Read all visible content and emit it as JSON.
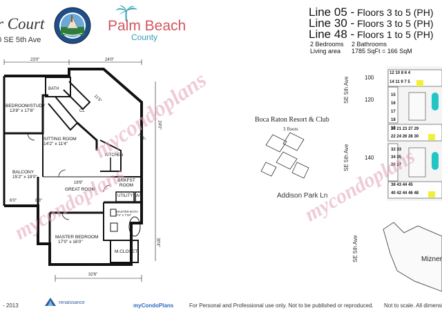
{
  "header": {
    "building_title": "r Court",
    "address": "0   SE 5th Ave",
    "county_name": "Palm Beach",
    "county_sub": "County"
  },
  "lines": [
    {
      "line": "Line 05 -",
      "floors": "Floors 3 to 5 (PH)"
    },
    {
      "line": "Line 30 -",
      "floors": "Floors 3 to 5 (PH)"
    },
    {
      "line": "Line 48 -",
      "floors": "Floors 1 to 5 (PH)"
    }
  ],
  "unit_info": {
    "bedrooms": "2 Bedrooms",
    "bathrooms": "2 Bathrooms",
    "living_label": "Living area",
    "living_value": "1785 SqFt =  166 SqM"
  },
  "floorplan": {
    "rooms": [
      {
        "name": "BEDROOM/STUDY",
        "size": "13'8\" x 17'8\""
      },
      {
        "name": "SITTING ROOM",
        "size": "14'2\" x 11'4\""
      },
      {
        "name": "BALCONY",
        "size": "15'2\" x 19'0\""
      },
      {
        "name": "GREAT ROOM",
        "size": ""
      },
      {
        "name": "BRKFST ROOM",
        "size": ""
      },
      {
        "name": "MASTER BEDROOM",
        "size": "17'0\" x 16'0\""
      },
      {
        "name": "M.CLOSET",
        "size": ""
      }
    ],
    "small_labels": {
      "bath": "BATH",
      "cl": "CL",
      "kitchen": "KITCHEN",
      "utility": "UTILITY",
      "ac": "A/C",
      "master_bath": "MASTER BATH",
      "master_bath_size": "7'4\" x 7'10\""
    },
    "dims": {
      "top_left": "23'0\"",
      "top_right": "24'0\"",
      "diag": "11'5\"",
      "right_upper": "24'0\"",
      "right_mid": "17'5\"",
      "great_room": "18'6\"",
      "left_small": "6'0\"",
      "left_small2": "8'8\"",
      "right_lower": "30'4\"",
      "bottom": "32'6\""
    }
  },
  "sitemap": {
    "resort_name": "Boca Raton Resort & Club",
    "resort_floors": "3 floors",
    "street_addison": "Addison Park Ln",
    "street_se5_a": "SE 5th Ave",
    "street_se5_b": "SE 5th Ave",
    "street_se5_c": "SE 5th Ave",
    "street_mizner": "Mizner",
    "row_labels": [
      "100",
      "120",
      "140"
    ],
    "units_row1": [
      "12",
      "10",
      "8",
      "6",
      "4"
    ],
    "units_row2": [
      "14",
      "11",
      "9",
      "7",
      "5"
    ],
    "units_col": [
      "15",
      "16",
      "17",
      "18",
      "19"
    ],
    "units_row3": [
      "20",
      "21",
      "23",
      "27",
      "29"
    ],
    "units_row4": [
      "22",
      "24",
      "26",
      "28",
      "30"
    ],
    "units_col2": [
      "32",
      "33",
      "34",
      "35",
      "36",
      "37"
    ],
    "units_row5": [
      "38",
      "43",
      "44",
      "45"
    ],
    "units_row6": [
      "40",
      "42",
      "44",
      "46",
      "48"
    ],
    "highlighted": [
      "5",
      "30",
      "48"
    ]
  },
  "watermark": "mycondoplans",
  "footer": {
    "year": "- 2013",
    "renaissance": "renaissance",
    "brand": "myCondoPlans",
    "notice": "For Personal and Professional use only.  Not to be published or reproduced.",
    "scale": "Not to scale.  All dimensio"
  },
  "colors": {
    "palm_red": "#d2555e",
    "palm_teal": "#2f9fb0",
    "highlight": "#f2ef3a",
    "pool": "#22c4c4",
    "watermark": "#e1a0b9"
  }
}
